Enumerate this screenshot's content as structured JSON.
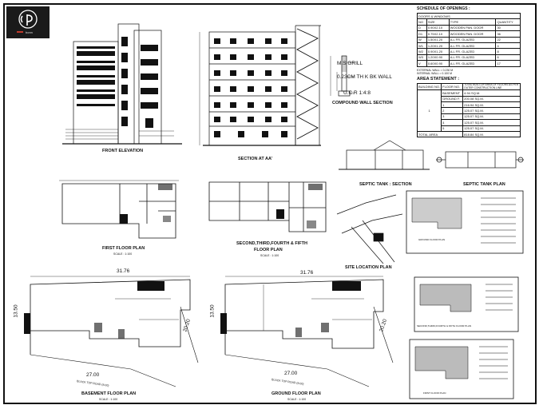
{
  "logo": {
    "mark": "cp",
    "caption": "bonn"
  },
  "titles": {
    "front_elevation": "FRONT ELEVATION",
    "section_aa": "SECTION AT AA'",
    "compound_wall": "COMPOUND WALL SECTION",
    "ms_grill": "M.S GRILL",
    "bk_wall": "0.23CM TH K BK WALL",
    "ucr": "U.C.R 1:4:8",
    "septic_section": "SEPTIC TANK : SECTION",
    "septic_plan": "SEPTIC TANK PLAN",
    "first_floor": "FIRST FLOOR PLAN",
    "second_floor": "SECOND,THIRD,FOURTH & FIFTH",
    "second_floor_2": "FLOOR PLAN",
    "site_location": "SITE LOCATION PLAN",
    "basement": "BASEMENT FLOOR PLAN",
    "ground": "GROUND FLOOR PLAN",
    "scale": "SCALE : 1:100"
  },
  "dims": {
    "width": "31.76",
    "depth": "13.50",
    "rear": "27.00",
    "side": "20.20",
    "road": "BLACK TOP ROAD (8.00)"
  },
  "schedule": {
    "title": "SCHEDULE OF OPENINGS :",
    "subtitle": "DOORS & WINDOWS",
    "headers": [
      "NO",
      "SIZE",
      "TYPE",
      "QUANTITY"
    ],
    "rows": [
      [
        "D",
        "0.90X2.10",
        "WOODEN PAN. DOOR",
        "30"
      ],
      [
        "D1",
        "0.75X2.10",
        "WOODEN PAN. DOOR",
        "36"
      ],
      [
        "W",
        "1.50X1.20",
        "A.L FR. GLAZED",
        "22"
      ],
      [
        "W1",
        "1.20X1.20",
        "A.L FR. GLAZED",
        "4"
      ],
      [
        "W2",
        "0.90X1.20",
        "A.L FR. GLAZED",
        "8"
      ],
      [
        "W3",
        "1.20X0.90",
        "A.L FR. GLAZED",
        "6"
      ],
      [
        "V",
        "0.60X0.90",
        "A.L FR. GLAZED",
        "17"
      ]
    ],
    "notes": [
      "EXTERNAL WALL = 0.230 M",
      "INTERNAL WALL = 0.100 M"
    ]
  },
  "area": {
    "title": "AREA STATEMENT :",
    "headers": [
      "BUILDING NO.",
      "FLOOR NO.",
      "TOTAL BUILT-UP AREA OF FLOORS AS PER OUTER CONSTRUCTION LINE"
    ],
    "building": "1",
    "rows": [
      [
        "BASEMENT",
        "4.94 SQ.M."
      ],
      [
        "GROUND F.",
        "200.08 SQ.M."
      ],
      [
        "1",
        "216.94 SQ.M."
      ],
      [
        "2",
        "125.07 SQ.M."
      ],
      [
        "3",
        "125.07 SQ.M."
      ],
      [
        "4",
        "125.07 SQ.M."
      ],
      [
        "5",
        "125.07 SQ.M."
      ]
    ],
    "total_label": "TOTAL AREA",
    "total_value": "818.84 SQ.M."
  },
  "thumbs": {
    "a": "GROUND FLOOR PLAN",
    "b": "SECOND,THIRD,FOURTH & FIFTH FLOOR PLAN",
    "c": "FIRST FLOOR PLAN"
  }
}
